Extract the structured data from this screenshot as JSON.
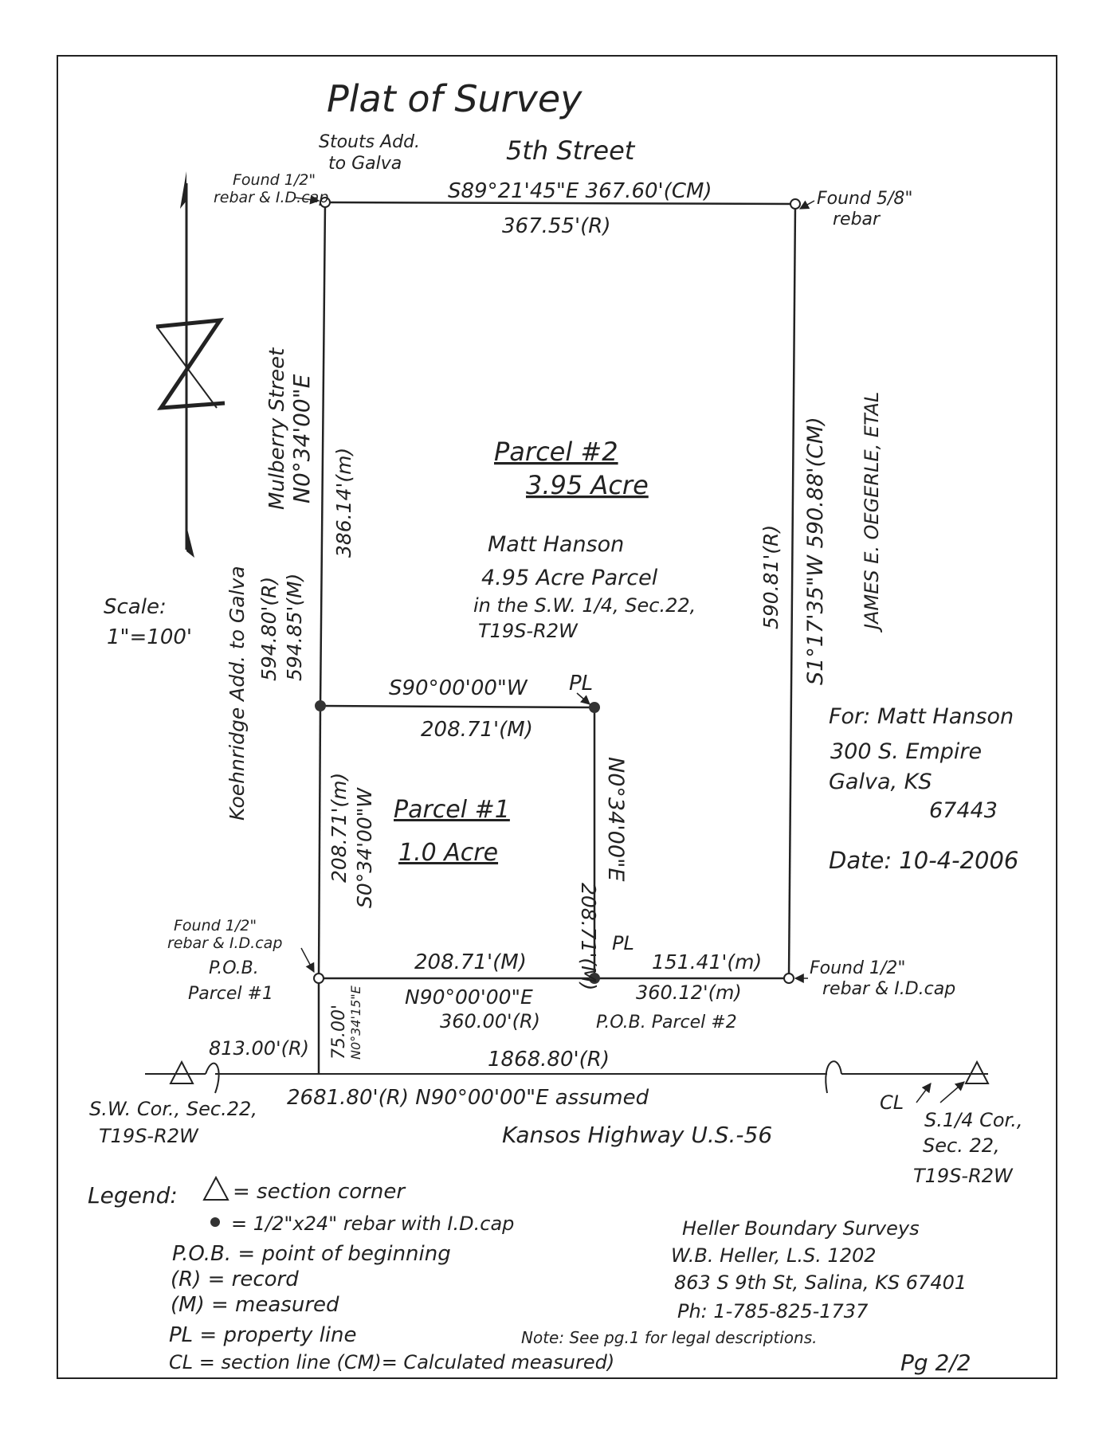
{
  "title": "Plat of Survey",
  "streets": {
    "north": "5th Street",
    "west_name": "Mulberry Street",
    "west_bearing": "N0°34'00\"E",
    "south_name": "Kansos Highway U.S.-56"
  },
  "adjoiners": {
    "north": [
      "Stouts Add.",
      "to Galva"
    ],
    "west": "Koehnridge Add. to Galva",
    "east": "JAMES E. OEGERLE, ETAL"
  },
  "corners": {
    "nw": [
      "Found 1/2\"",
      "rebar & I.D.cap"
    ],
    "ne": [
      "Found 5/8\"",
      "rebar"
    ],
    "sw": [
      "Found 1/2\"",
      "rebar & I.D.cap"
    ],
    "se": [
      "Found 1/2\"",
      "rebar & I.D.cap"
    ],
    "pob1": [
      "P.O.B.",
      "Parcel #1"
    ],
    "pob2": "P.O.B. Parcel #2"
  },
  "calls": {
    "north_bearing": "S89°21'45\"E  367.60'(CM)",
    "north_record": "367.55'(R)",
    "east_bearing": "S1°17'35\"W  590.88'(CM)",
    "east_record": "590.81'(R)",
    "west_record": "594.80'(R)",
    "west_measured": "594.85'(M)",
    "west_upper": "386.14'(m)",
    "mid_bearing": "S90°00'00\"W",
    "mid_length": "208.71'(M)",
    "p1_west_bearing": "S0°34'00\"W",
    "p1_west_length": "208.71'(m)",
    "p1_east_length": "208.71'(M)",
    "p1_east_bearing": "N0°34'00\"E",
    "south_p1_length": "208.71'(M)",
    "south_bearing": "N90°00'00\"E",
    "south_record": "360.00'(R)",
    "south_east_length": "151.41'(m)",
    "south_total": "360.12'(m)",
    "tie_length": "75.00'",
    "tie_bearing": "N0°34'15\"E",
    "tie_west": "813.00'(R)",
    "section_mid": "1868.80'(R)",
    "section_total": "2681.80'(R) N90°00'00\"E  assumed",
    "pl": "PL",
    "cl": "CL"
  },
  "parcels": {
    "p2_name": "Parcel #2",
    "p2_area": "3.95 Acre",
    "p1_name": "Parcel #1",
    "p1_area": "1.0 Acre"
  },
  "description": [
    "Matt Hanson",
    "4.95 Acre Parcel",
    "in the S.W. 1/4, Sec.22,",
    "T19S-R2W"
  ],
  "scale": [
    "Scale:",
    "1\"=100'"
  ],
  "section_corners": {
    "sw": [
      "S.W. Cor., Sec.22,",
      "T19S-R2W"
    ],
    "s14": [
      "S.1/4 Cor.,",
      "Sec. 22,",
      "T19S-R2W"
    ]
  },
  "client": {
    "for": "For: Matt Hanson",
    "address": "300 S. Empire",
    "city": "Galva, KS",
    "zip": "67443",
    "date": "Date: 10-4-2006"
  },
  "legend": {
    "title": "Legend:",
    "items": [
      "= section corner",
      "= 1/2\"x24\" rebar with I.D.cap",
      "P.O.B. = point of beginning",
      "(R) = record",
      "(M) = measured",
      "PL = property line",
      "CL = section line   (CM)= Calculated measured)"
    ]
  },
  "surveyor": [
    "Heller Boundary Surveys",
    "W.B. Heller, L.S. 1202",
    "863 S 9th St, Salina, KS 67401",
    "Ph: 1-785-825-1737"
  ],
  "note": "Note: See pg.1 for legal descriptions.",
  "page": "Pg 2/2"
}
